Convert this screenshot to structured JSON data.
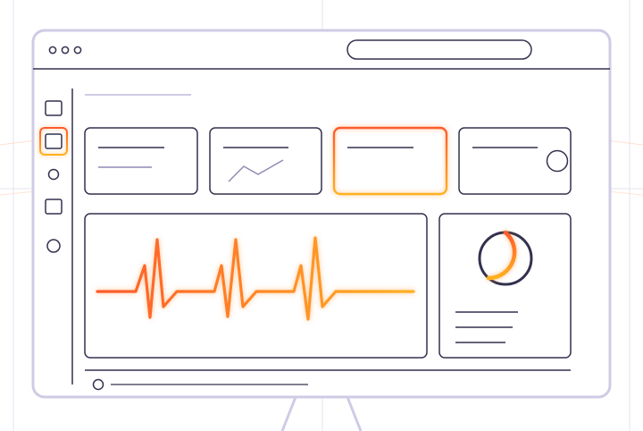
{
  "colors": {
    "frame": "#cfcbe6",
    "ink": "#34314f",
    "muted": "#8f8ab5",
    "guide": "#e6e3ee",
    "accent_start": "#ff5a2c",
    "accent_end": "#ffb21f"
  },
  "window": {
    "controls": [
      "dot-icon",
      "dot-icon",
      "dot-icon"
    ],
    "address_bar": "search-input"
  },
  "sidebar": {
    "items": [
      {
        "icon": "square-icon",
        "active": false
      },
      {
        "icon": "square-icon",
        "active": true
      },
      {
        "icon": "circle-icon",
        "active": false
      },
      {
        "icon": "square-icon",
        "active": false
      },
      {
        "icon": "circle-icon",
        "active": false
      }
    ]
  },
  "stat_cards": [
    {
      "kind": "text-lines",
      "highlighted": false
    },
    {
      "kind": "sparkline",
      "highlighted": false
    },
    {
      "kind": "text-line",
      "highlighted": true
    },
    {
      "kind": "text-with-circle",
      "highlighted": false
    }
  ],
  "panels": {
    "heartbeat": {
      "icon": "heartbeat-waveform-icon"
    },
    "donut": {
      "icon": "donut-chart-icon",
      "fill_fraction": 0.55
    }
  },
  "footer": {
    "icon": "circle-icon"
  }
}
